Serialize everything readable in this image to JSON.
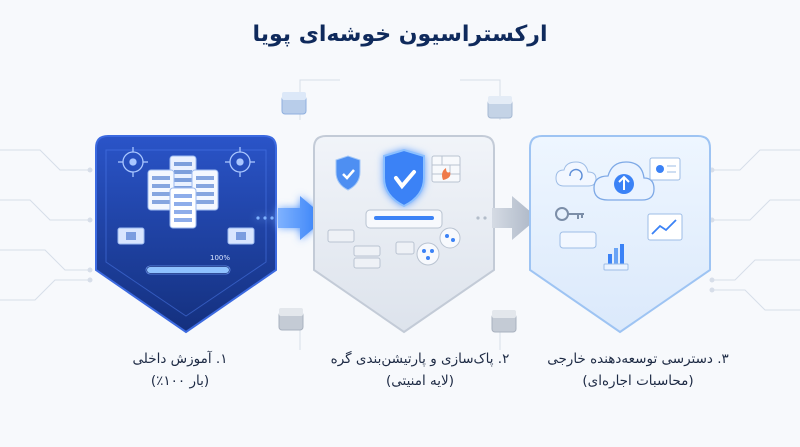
{
  "title": "ارکستراسیون خوشه‌ای پویا",
  "stages": [
    {
      "line1": "۱. آموزش داخلی",
      "line2": "(بار ۱۰۰٪)",
      "progress_label": "100%",
      "progress": 1.0
    },
    {
      "line1": "۲. پاک‌سازی و پارتیشن‌بندی گره",
      "line2": "(لایه امنیتی)"
    },
    {
      "line1": "۳. دسترسی توسعه‌دهنده خارجی",
      "line2": "(محاسبات اجاره‌ای)"
    }
  ],
  "colors": {
    "stage1": "#1f3f9e",
    "stage2": "#e8edf4",
    "stage3": "#e6f1fd",
    "accent": "#3b82f6",
    "title": "#0f2a5c"
  },
  "icons": [
    "server-rack-icon",
    "network-node-icon",
    "shield-check-icon",
    "firewall-icon",
    "router-icon",
    "cloud-upload-icon",
    "key-icon",
    "chart-icon",
    "settings-panel-icon"
  ]
}
